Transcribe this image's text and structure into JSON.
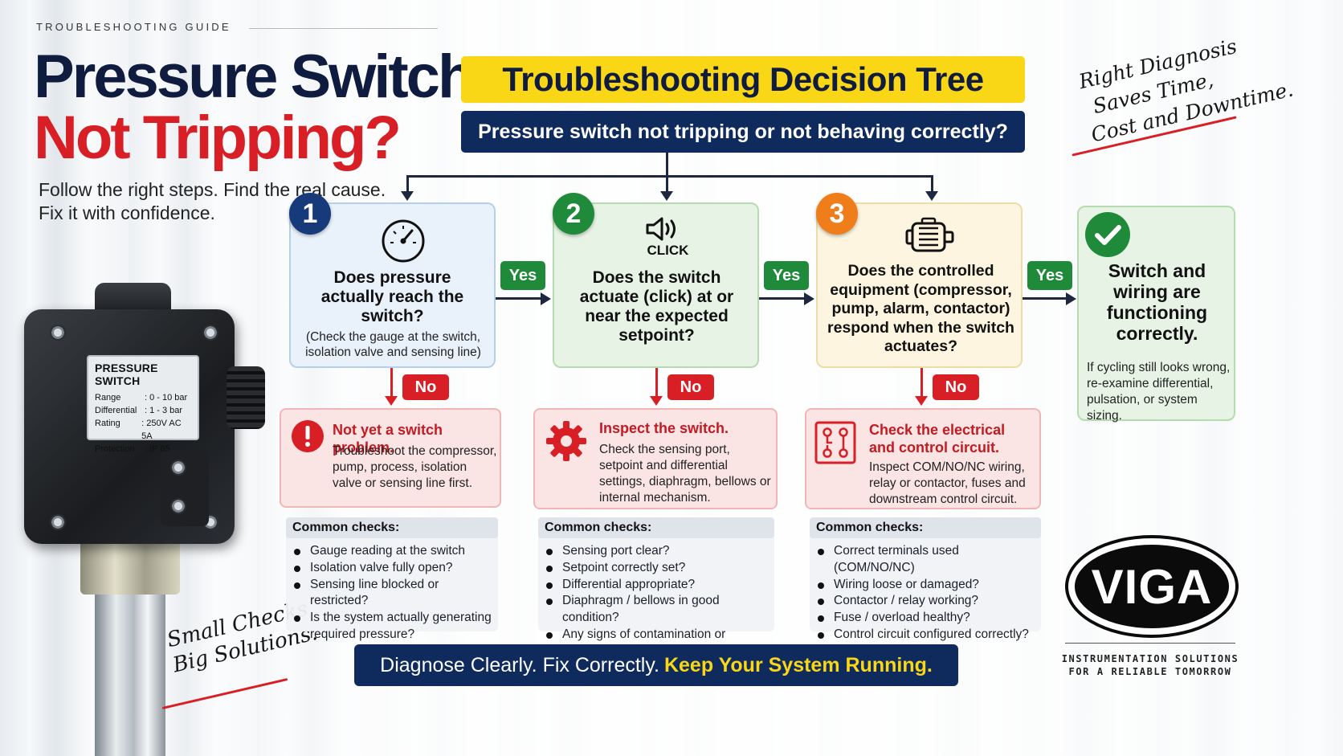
{
  "header": {
    "kicker": "TROUBLESHOOTING GUIDE",
    "title_line1": "Pressure Switch",
    "title_line2": "Not Tripping?",
    "subtitle_line1": "Follow the right steps. Find the real cause.",
    "subtitle_line2": "Fix it with confidence."
  },
  "device": {
    "plate_title": "PRESSURE SWITCH",
    "rows": [
      {
        "key": "Range",
        "value": ": 0 - 10 bar"
      },
      {
        "key": "Differential",
        "value": ": 1 - 3 bar"
      },
      {
        "key": "Rating",
        "value": ": 250V AC 5A"
      },
      {
        "key": "Protection",
        "value": ": IP 65"
      }
    ]
  },
  "tree": {
    "title": "Troubleshooting Decision Tree",
    "root_question": "Pressure switch not tripping or not behaving correctly?",
    "yes_label": "Yes",
    "no_label": "No",
    "steps": [
      {
        "number": "1",
        "color": "#173a7a",
        "icon": "pressure-gauge-icon",
        "question": "Does pressure actually reach the switch?",
        "detail": "(Check the gauge at the switch, isolation valve and sensing line)",
        "result_icon": "alert-icon",
        "result_title": "Not yet a switch problem.",
        "result_text": "Troubleshoot the compressor, pump, process, isolation valve or sensing line first.",
        "checks_title": "Common checks:",
        "checks": [
          "Gauge reading at the switch",
          "Isolation valve fully open?",
          "Sensing line blocked or restricted?",
          "Is the system actually generating required pressure?"
        ]
      },
      {
        "number": "2",
        "color": "#1e8a3a",
        "icon": "speaker-icon",
        "icon_label": "CLICK",
        "question": "Does the switch actuate (click) at or near the expected setpoint?",
        "result_icon": "gear-icon",
        "result_title": "Inspect the switch.",
        "result_text": "Check the sensing port, setpoint and differential settings, diaphragm, bellows or internal mechanism.",
        "checks_title": "Common checks:",
        "checks": [
          "Sensing port clear?",
          "Setpoint correctly set?",
          "Differential appropriate?",
          "Diaphragm / bellows in good condition?",
          "Any signs of contamination or damage?"
        ]
      },
      {
        "number": "3",
        "color": "#ef7d1a",
        "icon": "motor-icon",
        "question": "Does the controlled equipment (compressor, pump, alarm, contactor) respond when the switch actuates?",
        "result_icon": "circuit-icon",
        "result_title": "Check the electrical and control circuit.",
        "result_text": "Inspect COM/NO/NC wiring, relay or contactor, fuses and downstream control circuit.",
        "checks_title": "Common checks:",
        "checks": [
          "Correct terminals used (COM/NO/NC)",
          "Wiring loose or damaged?",
          "Contactor / relay working?",
          "Fuse / overload healthy?",
          "Control circuit configured correctly?"
        ]
      }
    ],
    "final": {
      "icon": "checkmark-icon",
      "title": "Switch and wiring are functioning correctly.",
      "text": "If cycling still looks wrong, re-examine differential, pulsation, or system sizing."
    }
  },
  "footer": {
    "part1": "Diagnose Clearly. Fix Correctly.",
    "part2": "Keep Your System Running."
  },
  "slogans": {
    "left_line1": "Small Checks",
    "left_line2": "Big Solutions.",
    "right_line1": "Right Diagnosis",
    "right_line2": "Saves Time,",
    "right_line3": "Cost and Downtime."
  },
  "brand": {
    "logo_text": "VIGA",
    "tagline_line1": "INSTRUMENTATION SOLUTIONS",
    "tagline_line2": "FOR A RELIABLE TOMORROW"
  },
  "colors": {
    "navy": "#0f2a5c",
    "yellow": "#f9d616",
    "red": "#d81f26",
    "green": "#1e8a3a",
    "orange": "#ef7d1a"
  }
}
